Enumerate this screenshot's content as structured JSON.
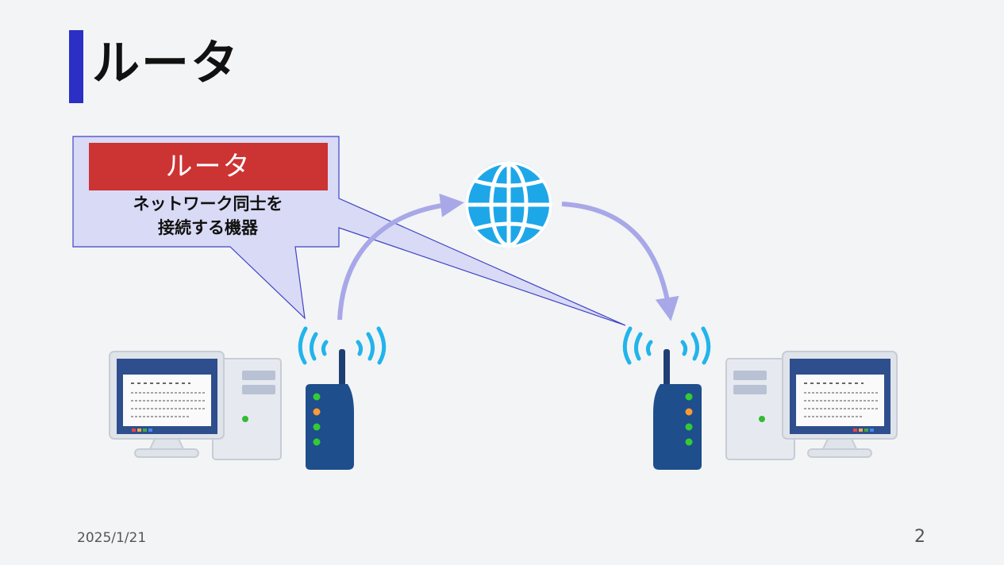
{
  "slide": {
    "title": "ルータ",
    "date": "2025/1/21",
    "page_number": "2"
  },
  "callout": {
    "label": "ルータ",
    "description_line1": "ネットワーク同士を",
    "description_line2": "接続する機器"
  },
  "colors": {
    "accent_bar": "#2b2fc4",
    "callout_label_bg": "#cc3333",
    "callout_fill": "#d9daf5",
    "callout_stroke": "#3f44c4",
    "arrow": "#a8a8e8",
    "globe": "#1ea7e8",
    "router_body": "#1e4e8c",
    "wifi": "#22b4ea"
  },
  "icons": [
    "globe-icon",
    "router-icon",
    "computer-icon",
    "wifi-signal-icon",
    "arrow-icon"
  ]
}
